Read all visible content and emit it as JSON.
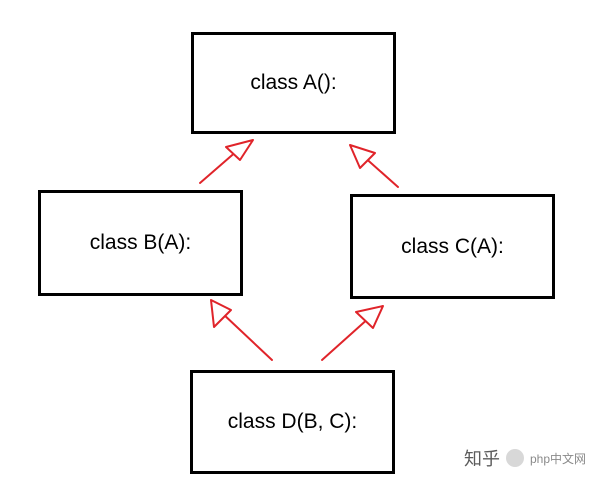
{
  "diagram": {
    "classes": {
      "a": "class A():",
      "b": "class B(A):",
      "c": "class C(A):",
      "d": "class D(B, C):"
    },
    "arrow_color": "#e0242a",
    "edges": [
      {
        "from": "b",
        "to": "a"
      },
      {
        "from": "c",
        "to": "a"
      },
      {
        "from": "d",
        "to": "b"
      },
      {
        "from": "d",
        "to": "c"
      }
    ]
  },
  "watermark": {
    "main": "知乎",
    "sub": "php中文网"
  }
}
